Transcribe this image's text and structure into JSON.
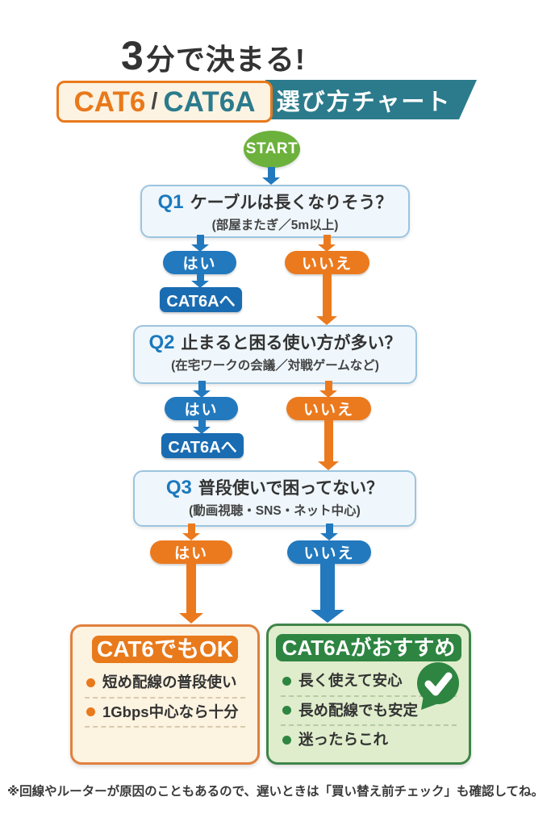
{
  "title": {
    "number": "3",
    "text": "分で決まる!"
  },
  "header": {
    "cat6": "CAT6",
    "slash": "/",
    "cat6a": "CAT6A",
    "label": "選び方チャート"
  },
  "start": {
    "label": "START"
  },
  "questions": [
    {
      "id": "Q1",
      "text": "ケーブルは長くなりそう？",
      "subtitle": "(部屋またぎ／5m以上)",
      "yes": "はい",
      "no": "いいえ",
      "yes_result": "CAT6Aへ"
    },
    {
      "id": "Q2",
      "text": "止まると困る使い方が多い？",
      "subtitle": "(在宅ワークの会議／対戦ゲームなど)",
      "yes": "はい",
      "no": "いいえ",
      "yes_result": "CAT6Aへ"
    },
    {
      "id": "Q3",
      "text": "普段使いで困ってない？",
      "subtitle": "(動画視聴・SNS・ネット中心)",
      "yes": "はい",
      "no": "いいえ"
    }
  ],
  "results": {
    "cat6": {
      "title": "CAT6でもOK",
      "bullets": [
        "短め配線の普段使い",
        "1Gbps中心なら十分"
      ]
    },
    "cat6a": {
      "title": "CAT6Aがおすすめ",
      "bullets": [
        "長く使えて安心",
        "長め配線でも安定",
        "迷ったらこれ"
      ]
    }
  },
  "footer": {
    "note": "※回線やルーターが原因のこともあるので、遅いときは「買い替え前チェック」も確認してね。"
  },
  "colors": {
    "orange": "#EB7A1E",
    "blue": "#2279BE",
    "dark_blue": "#1A6CB2",
    "teal": "#2B7B8C",
    "start_green": "#6CB13C",
    "dark_green": "#2E8541",
    "cream": "#FCF3E0",
    "light_green": "#DFEDCC",
    "light_blue": "#EFF7FC",
    "text": "#333333"
  }
}
